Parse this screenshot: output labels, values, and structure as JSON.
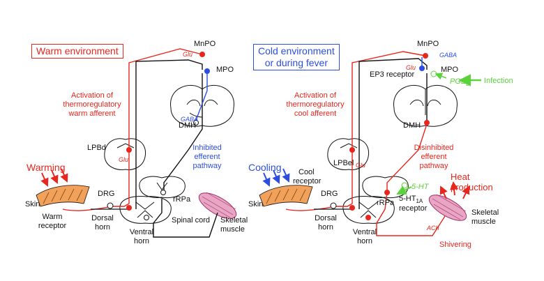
{
  "left_panel": {
    "title": "Warm environment",
    "mnpo": "MnPO",
    "glu": "Glu",
    "mpo": "MPO",
    "afferent_label_1": "Activation of",
    "afferent_label_2": "thermoregulatory",
    "afferent_label_3": "warm afferent",
    "dmh": "DMH",
    "gaba": "GABA",
    "lpb": "LPBd",
    "lpb_glu": "Glu",
    "efferent_1": "Inhibited",
    "efferent_2": "efferent",
    "efferent_3": "pathway",
    "stimulus": "Warming",
    "skin": "Skin",
    "drg": "DRG",
    "receptor_1": "Warm",
    "receptor_2": "receptor",
    "dorsal_1": "Dorsal",
    "dorsal_2": "horn",
    "ventral_1": "Ventral",
    "ventral_2": "horn",
    "rrpa": "rRPa",
    "spinal_cord": "Spinal cord",
    "muscle_1": "Skeletal",
    "muscle_2": "muscle"
  },
  "right_panel": {
    "title_1": "Cold environment",
    "title_2": "or during fever",
    "mnpo": "MnPO",
    "gaba": "GABA",
    "glu": "Glu",
    "ep3": "EP3 receptor",
    "mpo": "MPO",
    "pge2": "PGE",
    "pge2_sub": "2",
    "infection": "Infection",
    "afferent_label_1": "Activation of",
    "afferent_label_2": "thermoregulatory",
    "afferent_label_3": "cool afferent",
    "dmh": "DMH",
    "lpb": "LPBel",
    "lpb_glu": "Glu",
    "efferent_1": "Disinhibited",
    "efferent_2": "efferent",
    "efferent_3": "pathway",
    "stimulus": "Cooling",
    "receptor_1": "Cool",
    "receptor_2": "receptor",
    "skin": "Skin",
    "drg": "DRG",
    "dorsal_1": "Dorsal",
    "dorsal_2": "horn",
    "ventral_1": "Ventral",
    "ventral_2": "horn",
    "rrpa": "rRPa",
    "ht": "5-HT",
    "ht_receptor_1": "5-HT",
    "ht_receptor_sub": "1A",
    "ht_receptor_2": "receptor",
    "heat_1": "Heat",
    "heat_2": "production",
    "muscle_1": "Skeletal",
    "muscle_2": "muscle",
    "ach": "ACh",
    "shivering": "Shivering"
  },
  "colors": {
    "red": "#e8261d",
    "blue": "#2b4ee0",
    "green": "#5ad33a",
    "black": "#111111",
    "skin": "#f2a15a",
    "muscle": "#e9a6c4"
  }
}
